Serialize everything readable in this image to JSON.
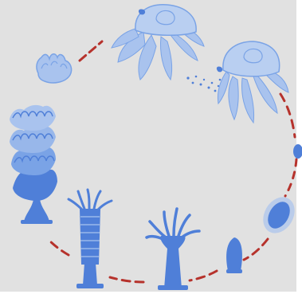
{
  "diagram": {
    "stages": [
      {
        "name": "medusa-adult-male",
        "kind": "medusa"
      },
      {
        "name": "medusa-adult-female",
        "kind": "medusa"
      },
      {
        "name": "egg",
        "kind": "egg"
      },
      {
        "name": "planula-larva",
        "kind": "larva"
      },
      {
        "name": "settled-polyp",
        "kind": "polyp"
      },
      {
        "name": "scyphistoma",
        "kind": "polyp"
      },
      {
        "name": "strobila",
        "kind": "polyp"
      },
      {
        "name": "strobila-budding",
        "kind": "polyp"
      },
      {
        "name": "ephyra",
        "kind": "ephyra"
      }
    ],
    "colors": {
      "background": "#e1e1e1",
      "organism_dark": "#4f7fd8",
      "organism_mid": "#7aa3e6",
      "organism_light": "#a9c3ee",
      "medusa_bell": "#b9cff1",
      "arrow": "#b6322c"
    }
  }
}
